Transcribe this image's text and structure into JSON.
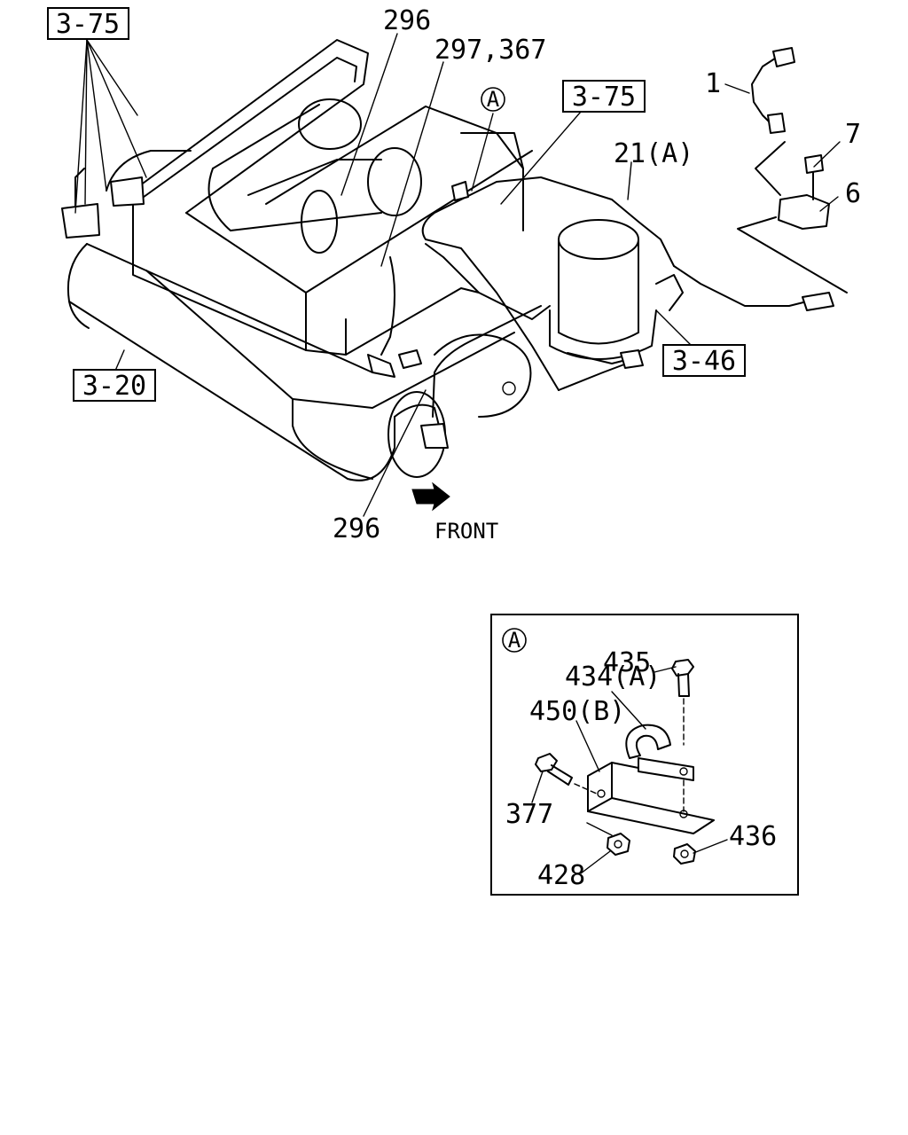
{
  "labels": {
    "ref_top_left": "3-75",
    "ref_top_center": "3-75",
    "ref_left": "3-20",
    "ref_right": "3-46",
    "part_296_top": "296",
    "part_297_367": "297,367",
    "callout_a": "A",
    "part_21a": "21(A)",
    "part_1": "1",
    "part_7": "7",
    "part_6": "6",
    "part_296_bottom": "296",
    "front": "FRONT"
  },
  "detail": {
    "marker": "A",
    "part_435": "435",
    "part_434a": "434(A)",
    "part_450b": "450(B)",
    "part_377": "377",
    "part_436": "436",
    "part_428": "428"
  }
}
